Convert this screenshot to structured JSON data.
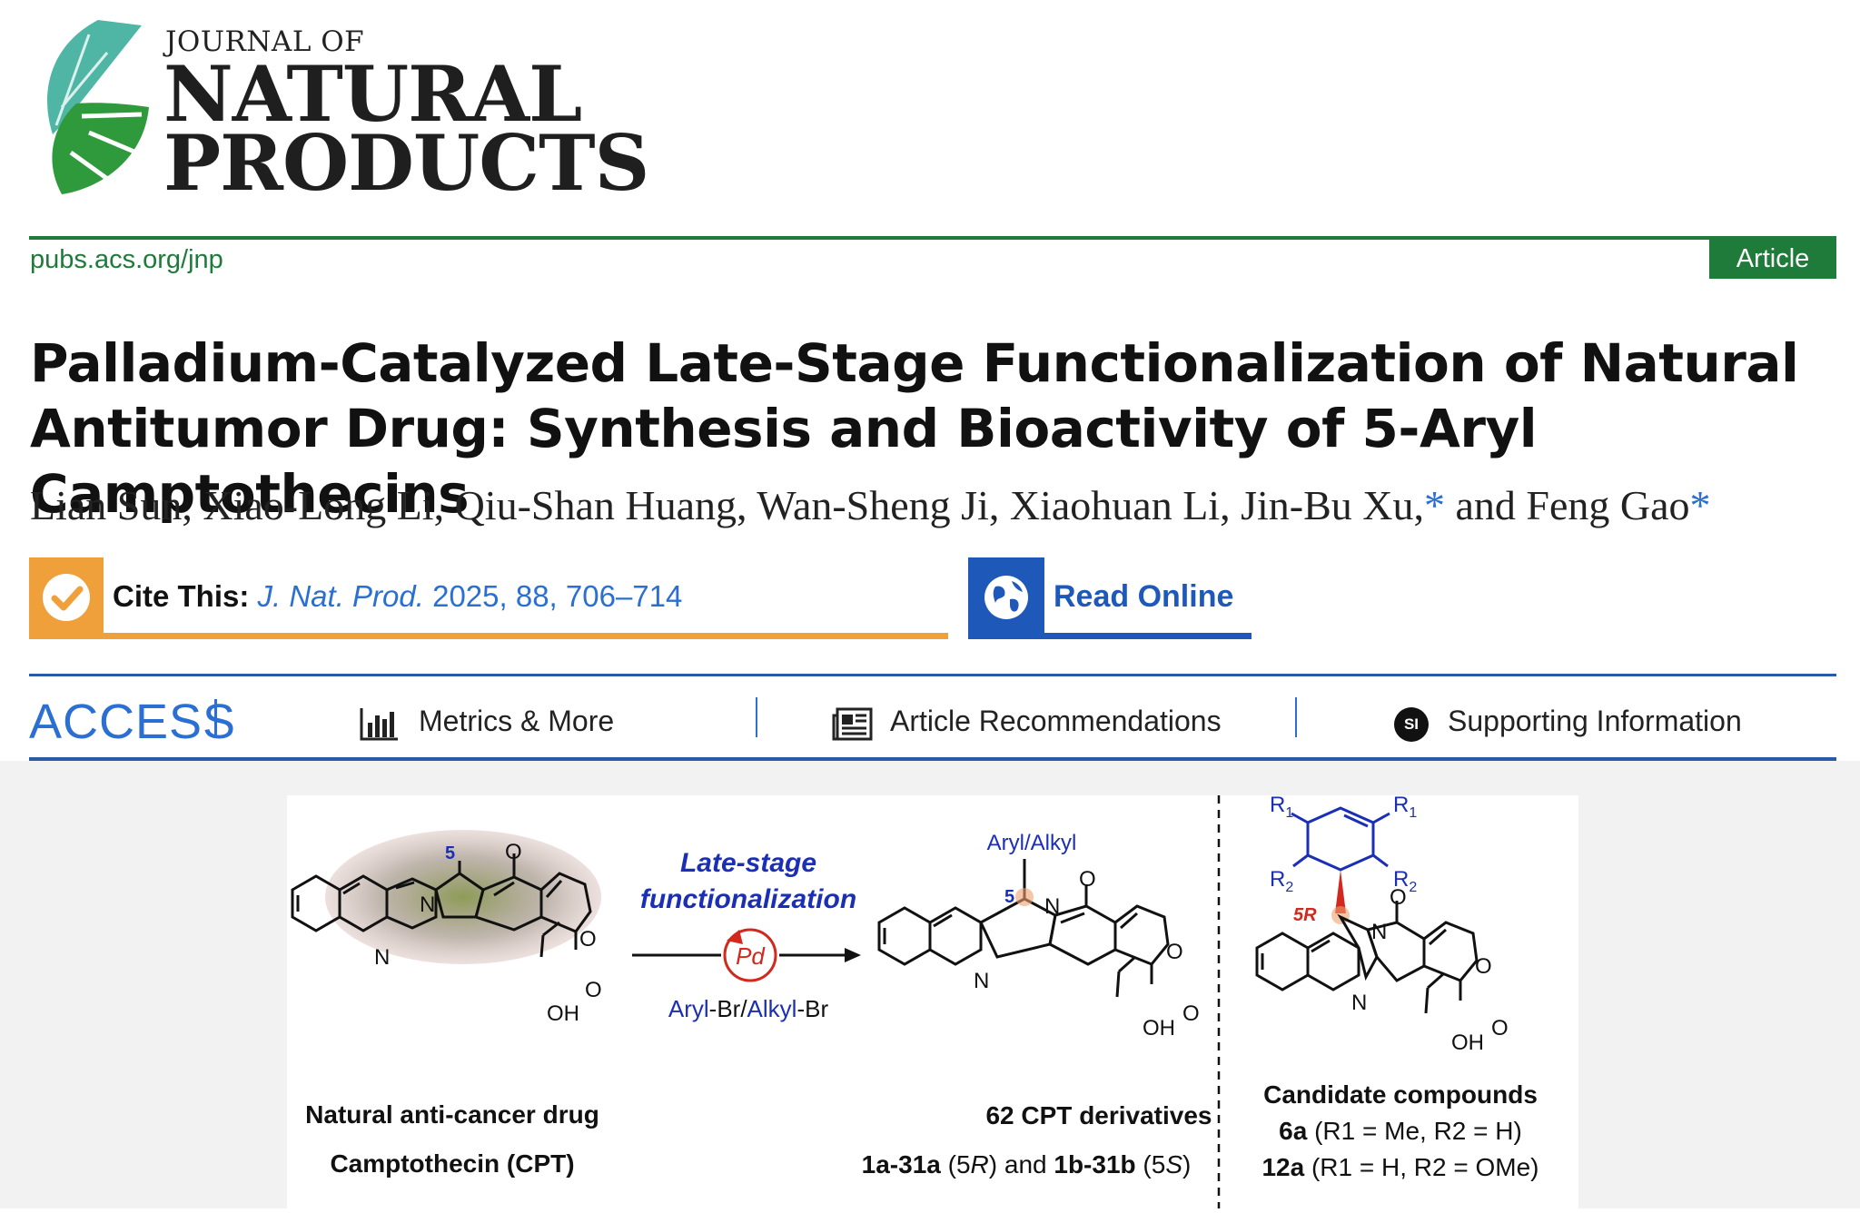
{
  "journal": {
    "small": "JOURNAL OF",
    "line1": "NATURAL",
    "line2": "PRODUCTS",
    "site": "pubs.acs.org/jnp",
    "badge": "Article"
  },
  "title": "Palladium-Catalyzed Late-Stage Functionalization of Natural Antitumor Drug: Synthesis and Bioactivity of 5-Aryl Camptothecins",
  "authors": {
    "main": "Lian Sun, Xiao-Long Li, Qiu-Shan Huang, Wan-Sheng Ji, Xiaohuan Li, Jin-Bu Xu,",
    "star": "*",
    "and": " and Feng Gao"
  },
  "cite": {
    "label": "Cite This:",
    "journal": "J. Nat. Prod.",
    "details": " 2025, 88, 706–714"
  },
  "read_online": "Read Online",
  "access": {
    "label": "ACCESS",
    "metrics": "Metrics & More",
    "recommendations": "Article Recommendations",
    "supporting": "Supporting Information",
    "si_badge": "SI"
  },
  "abstract": {
    "left_num": "5",
    "left_caption1": "Natural anti-cancer drug",
    "left_caption2": "Camptothecin (CPT)",
    "arrow_top1": "Late-stage",
    "arrow_top2": "functionalization",
    "catalyst": "Pd",
    "reagent_aryl": "Aryl",
    "reagent_br1": "-Br/",
    "reagent_alkyl": "Alkyl",
    "reagent_br2": "-Br",
    "mid_sub": "Aryl/Alkyl",
    "mid_num": "5",
    "mid_caption1": "62 CPT derivatives",
    "mid_c2_a": "1a-31a",
    "mid_c2_b": " (5",
    "mid_c2_r": "R",
    "mid_c2_c": ") and ",
    "mid_c2_d": "1b-31b",
    "mid_c2_e": " (5",
    "mid_c2_s": "S",
    "mid_c2_f": ")",
    "right_r1": "R",
    "right_r2": "R",
    "right_5r": "5R",
    "right_caption1": "Candidate compounds",
    "right_c2_bold": "6a",
    "right_c2_rest": " (R1 = Me, R2 = H)",
    "right_c3_bold": "12a",
    "right_c3_rest": " (R1 = H, R2 = OMe)",
    "atoms": {
      "N": "N",
      "O": "O",
      "OH": "OH"
    }
  },
  "colors": {
    "green": "#1e7b3a",
    "orange": "#f0a03a",
    "blue": "#1e58b8",
    "link_blue": "#2a6fd1",
    "red": "#d3281e",
    "mol_blue": "#1a2fb5"
  }
}
